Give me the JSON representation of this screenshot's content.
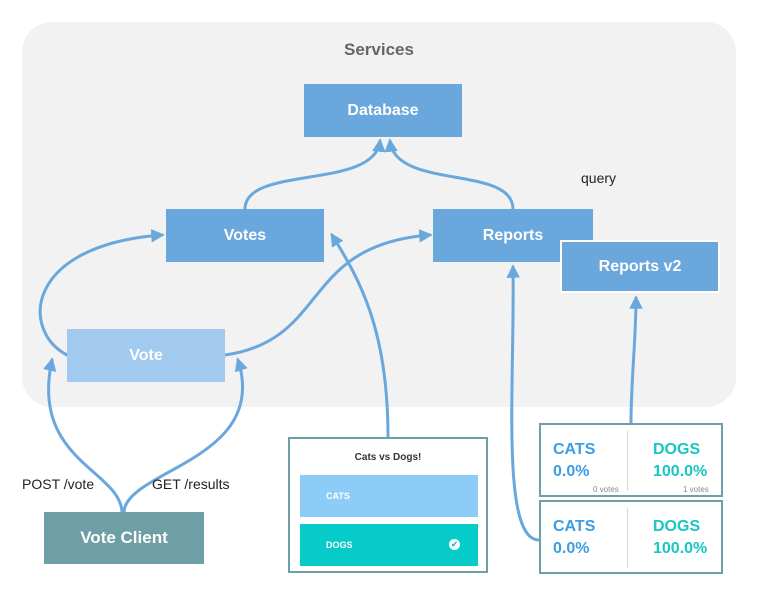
{
  "services": {
    "title": "Services"
  },
  "nodes": {
    "database": "Database",
    "votes": "Votes",
    "reports": "Reports",
    "reports_v2": "Reports v2",
    "vote": "Vote",
    "vote_client": "Vote Client"
  },
  "labels": {
    "query": "query",
    "post_vote": "POST /vote",
    "get_results": "GET /results"
  },
  "widget": {
    "title": "Cats vs Dogs!",
    "option_cats": "CATS",
    "option_dogs": "DOGS"
  },
  "results": [
    {
      "cats_label": "CATS",
      "cats_pct": "0.0%",
      "cats_votes": "0 votes",
      "dogs_label": "DOGS",
      "dogs_pct": "100.0%",
      "dogs_votes": "1 votes"
    },
    {
      "cats_label": "CATS",
      "cats_pct": "0.0%",
      "dogs_label": "DOGS",
      "dogs_pct": "100.0%"
    }
  ],
  "colors": {
    "arrow": "#6aa7dd",
    "box": "#6aa7dd",
    "vote_box": "#a2c9ee",
    "client_box": "#6e9fa7",
    "services_bg": "#f2f2f3"
  }
}
